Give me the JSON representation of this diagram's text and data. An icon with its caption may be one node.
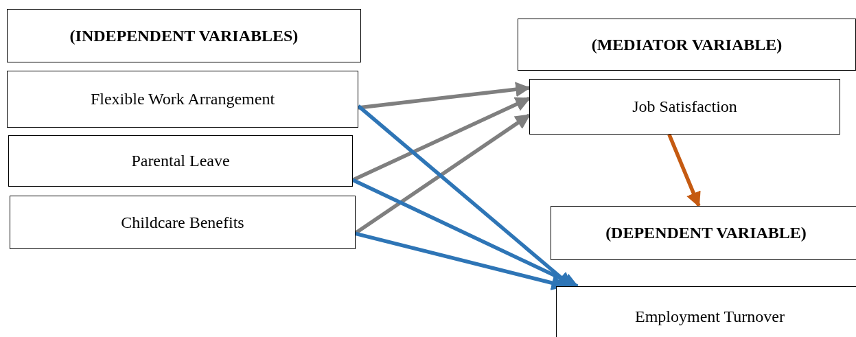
{
  "diagram": {
    "nodes": [
      {
        "text": [
          "(INDEPENDENT VARIABLES)"
        ]
      },
      {
        "text": [
          "Flexible Work Arrangement"
        ]
      },
      {
        "text": [
          "Parental Leave"
        ]
      },
      {
        "text": [
          "Childcare Benefits"
        ]
      },
      {
        "text": [
          "(MEDIATOR VARIABLE)"
        ]
      },
      {
        "text": [
          "Job Satisfaction"
        ]
      },
      {
        "text": [
          "(DEPENDENT VARIABLE)"
        ]
      },
      {
        "text": [
          "Employment Turnover"
        ]
      }
    ],
    "edges": [
      {
        "from": 1,
        "to": 5,
        "arrow": "to",
        "color": "#7f7f7f"
      },
      {
        "from": 2,
        "to": 5,
        "arrow": "to",
        "color": "#7f7f7f"
      },
      {
        "from": 3,
        "to": 5,
        "arrow": "to",
        "color": "#7f7f7f"
      },
      {
        "from": 1,
        "to": 7,
        "arrow": "to",
        "color": "#2e75b6"
      },
      {
        "from": 2,
        "to": 7,
        "arrow": "to",
        "color": "#2e75b6"
      },
      {
        "from": 3,
        "to": 7,
        "arrow": "to",
        "color": "#2e75b6"
      },
      {
        "from": 5,
        "to": 6,
        "arrow": "to",
        "color": "#c55a11"
      }
    ]
  }
}
